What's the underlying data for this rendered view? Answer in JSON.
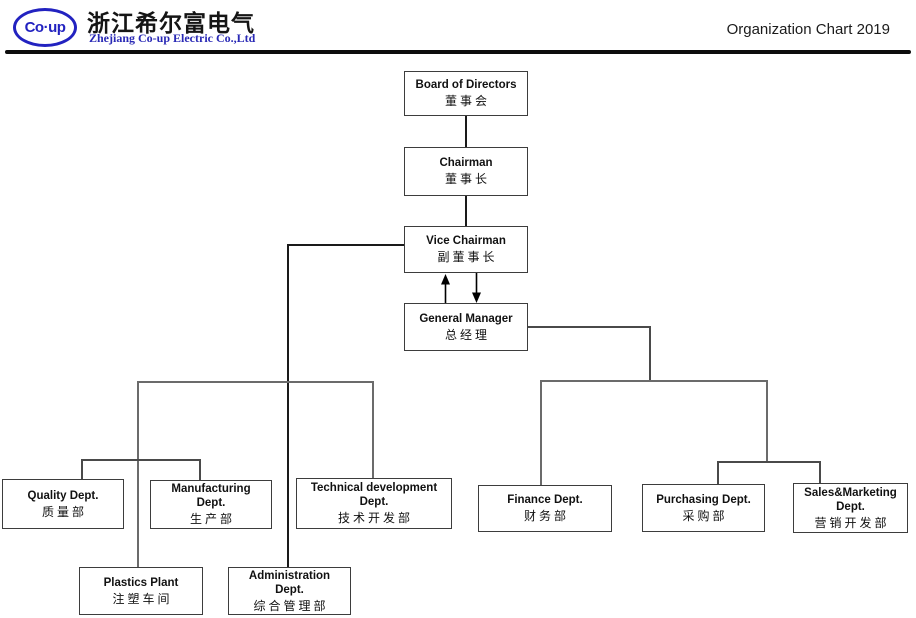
{
  "header": {
    "logo_text": "Co·up",
    "company_name_cn": "浙江希尔富电气",
    "company_name_en": "Zhejiang Co-up Electric Co.,Ltd",
    "document_title": "Organization Chart 2019"
  },
  "colors": {
    "logo_blue": "#2222c0",
    "divider_black": "#0d0d0d",
    "connector_gray": "#6b6b6b",
    "connector_dark": "#1a1a1a",
    "box_border": "#3d3d3d"
  },
  "org_chart": {
    "nodes": {
      "board": {
        "en": "Board of Directors",
        "cn": "董事会"
      },
      "chairman": {
        "en": "Chairman",
        "cn": "董事长"
      },
      "vice_chairman": {
        "en": "Vice Chairman",
        "cn": "副董事长"
      },
      "general_manager": {
        "en": "General Manager",
        "cn": "总经理"
      },
      "quality": {
        "en": "Quality Dept.",
        "cn": "质量部"
      },
      "manufacturing": {
        "en": "Manufacturing\nDept.",
        "cn": "生产部"
      },
      "technical": {
        "en": "Technical development\nDept.",
        "cn": "技术开发部"
      },
      "finance": {
        "en": "Finance Dept.",
        "cn": "财务部"
      },
      "purchasing": {
        "en": "Purchasing Dept.",
        "cn": "采购部"
      },
      "sales_marketing": {
        "en": "Sales&Marketing\nDept.",
        "cn": "营销开发部"
      },
      "plastics": {
        "en": "Plastics Plant",
        "cn": "注塑车间"
      },
      "administration": {
        "en": "Administration\nDept.",
        "cn": "综合管理部"
      }
    },
    "edges": [
      {
        "from": "board",
        "to": "chairman",
        "type": "line"
      },
      {
        "from": "chairman",
        "to": "vice_chairman",
        "type": "line"
      },
      {
        "from": "vice_chairman",
        "to": "general_manager",
        "type": "double-arrow"
      },
      {
        "from": "vice_chairman",
        "to": "quality",
        "type": "line"
      },
      {
        "from": "vice_chairman",
        "to": "manufacturing",
        "type": "line"
      },
      {
        "from": "vice_chairman",
        "to": "technical",
        "type": "line"
      },
      {
        "from": "vice_chairman",
        "to": "plastics",
        "type": "line"
      },
      {
        "from": "vice_chairman",
        "to": "administration",
        "type": "line"
      },
      {
        "from": "general_manager",
        "to": "finance",
        "type": "line"
      },
      {
        "from": "general_manager",
        "to": "purchasing",
        "type": "line"
      },
      {
        "from": "general_manager",
        "to": "sales_marketing",
        "type": "line"
      }
    ]
  }
}
